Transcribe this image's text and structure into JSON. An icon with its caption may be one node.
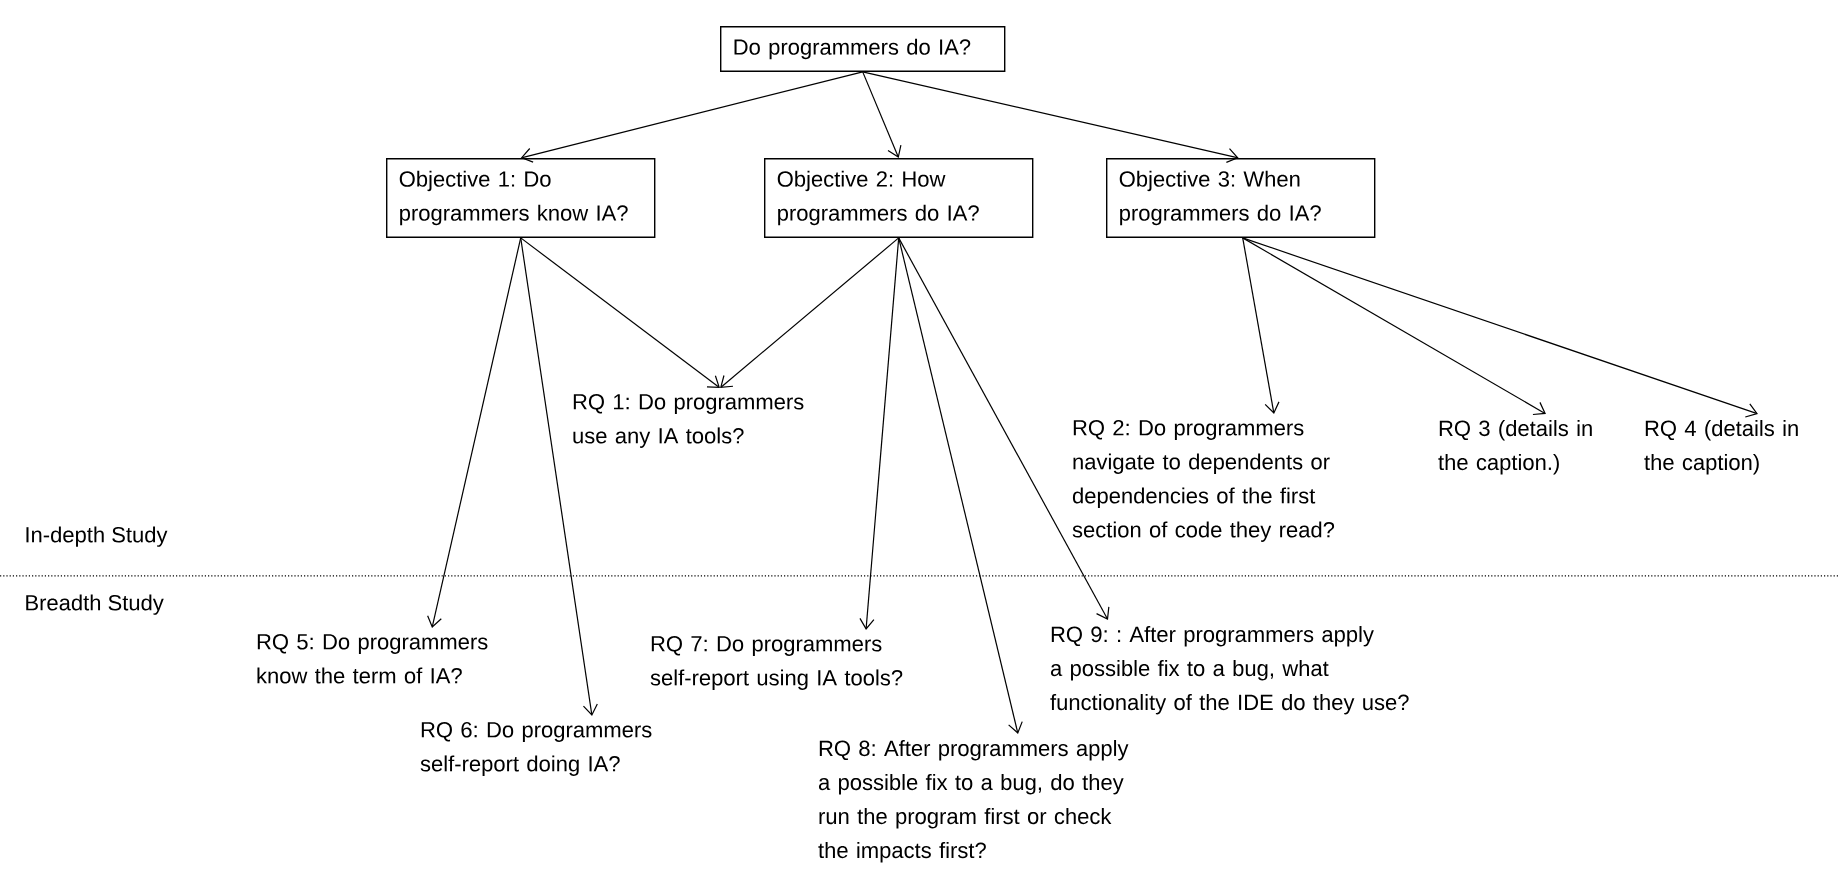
{
  "diagram": {
    "nodes": [
      {
        "text": [
          "Do programmers do IA?"
        ]
      },
      {
        "text": [
          "Objective 1: Do programmers know IA?"
        ]
      },
      {
        "text": [
          "Objective 2: How programmers do IA?"
        ]
      },
      {
        "text": [
          "Objective 3: When programmers do IA?"
        ]
      },
      {
        "text": [
          "RQ 1: Do programmers use any IA tools?"
        ]
      },
      {
        "text": [
          "RQ 2: Do programmers navigate to dependents or dependencies of the first section of code they read?"
        ]
      },
      {
        "text": [
          "RQ 3 (details in the caption.)"
        ]
      },
      {
        "text": [
          "RQ 4 (details in the caption)"
        ]
      },
      {
        "text": [
          "RQ 5: Do programmers know the term of IA?"
        ]
      },
      {
        "text": [
          "RQ 6: Do programmers self-report doing IA?"
        ]
      },
      {
        "text": [
          "RQ 7: Do programmers self-report using IA tools?"
        ]
      },
      {
        "text": [
          "RQ 8: After programmers apply a possible fix to a bug, do they run the program first or check the impacts first?"
        ]
      },
      {
        "text": [
          "RQ 9: : After programmers apply a possible fix to a bug, what functionality of the IDE do they use?"
        ]
      }
    ],
    "edges": [
      {
        "from": 0,
        "to": 1,
        "arrow": "to"
      },
      {
        "from": 0,
        "to": 2,
        "arrow": "to"
      },
      {
        "from": 0,
        "to": 3,
        "arrow": "to"
      },
      {
        "from": 1,
        "to": 4,
        "arrow": "to"
      },
      {
        "from": 2,
        "to": 4,
        "arrow": "to"
      },
      {
        "from": 3,
        "to": 5,
        "arrow": "to"
      },
      {
        "from": 3,
        "to": 6,
        "arrow": "to"
      },
      {
        "from": 3,
        "to": 7,
        "arrow": "to"
      },
      {
        "from": 1,
        "to": 8,
        "arrow": "to"
      },
      {
        "from": 1,
        "to": 9,
        "arrow": "to"
      },
      {
        "from": 2,
        "to": 10,
        "arrow": "to"
      },
      {
        "from": 2,
        "to": 11,
        "arrow": "to"
      },
      {
        "from": 2,
        "to": 12,
        "arrow": "to"
      }
    ],
    "labels": [
      "In-depth Study",
      "Breadth Study"
    ]
  }
}
